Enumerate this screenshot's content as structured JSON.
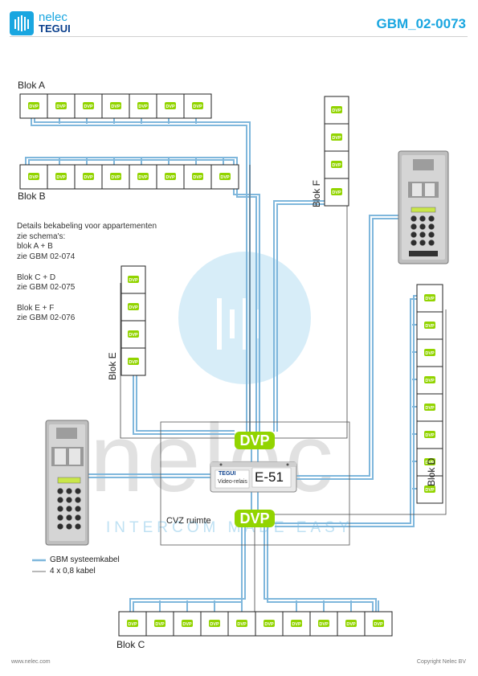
{
  "header": {
    "logo_top": "nelec",
    "logo_bottom": "TEGUI",
    "doc_code": "GBM_02-0073"
  },
  "watermark": {
    "word": "nelec",
    "tagline": "INTERCOM MADE EASY"
  },
  "blocks": {
    "a": {
      "label": "Blok A",
      "unit_label": "DVP"
    },
    "b": {
      "label": "Blok B",
      "unit_label": "DVP"
    },
    "c": {
      "label": "Blok C",
      "unit_label": "DVP"
    },
    "d": {
      "label": "Blok D",
      "unit_label": "DVP"
    },
    "e": {
      "label": "Blok E",
      "unit_label": "DVP"
    },
    "f": {
      "label": "Blok F",
      "unit_label": "DVP"
    }
  },
  "dvp_big_label": "DVP",
  "relay": {
    "brand": "TEGUI",
    "caption": "Video-relais",
    "model": "E-51"
  },
  "room_label": "CVZ ruimte",
  "notes": [
    "Details bekabeling  voor appartementen",
    "zie  schema's:",
    "blok A + B",
    "zie GBM 02-074",
    "",
    "Blok C + D",
    "zie GBM 02-075",
    "",
    "Blok E + F",
    "zie GBM 02-076"
  ],
  "legend": {
    "system_cable": "GBM systeemkabel",
    "wire_cable": "4 x 0,8 kabel"
  },
  "colors": {
    "brand_blue": "#19a6e0",
    "system_cable": "#7fb7dc",
    "dvp_green": "#92d400",
    "watermark_grey": "#c9c9c9"
  },
  "footer": {
    "website": "www.nelec.com",
    "copyright": "Copyright Nelec BV"
  }
}
